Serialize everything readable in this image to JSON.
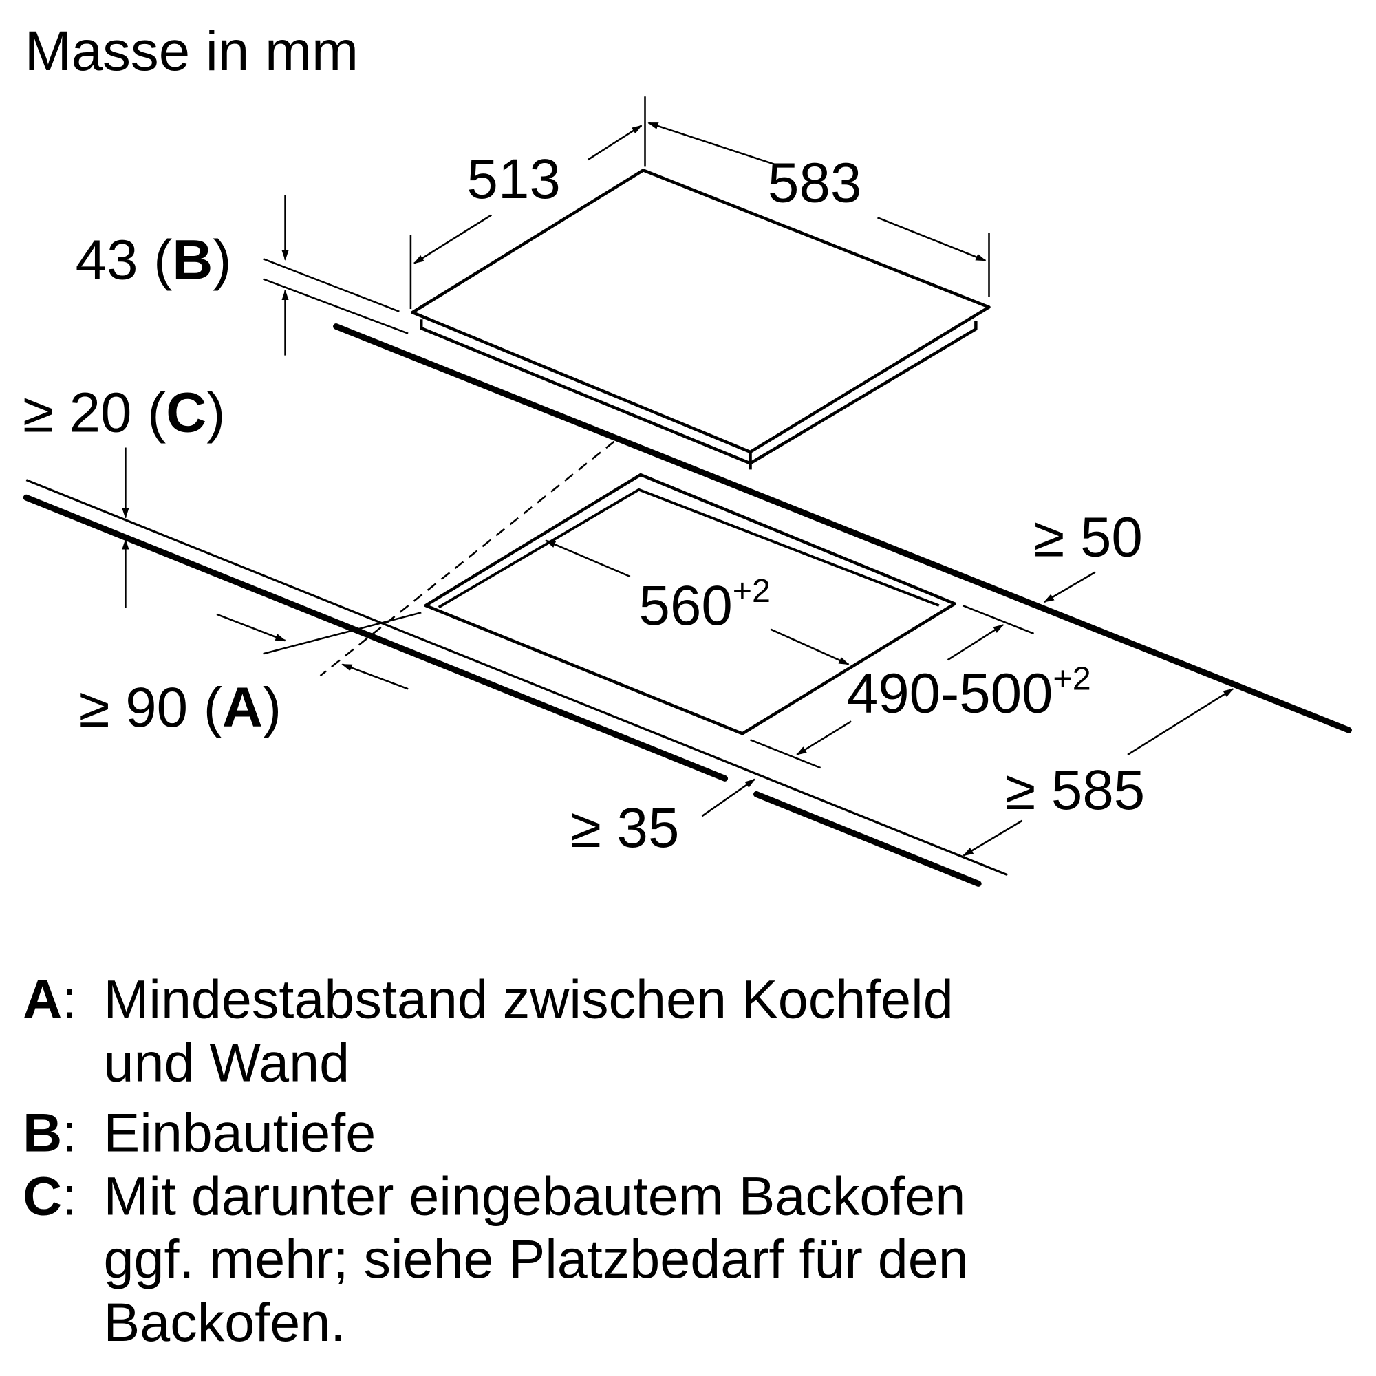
{
  "title": "Masse in mm",
  "dimensions": {
    "depth": "513",
    "width": "583",
    "height": "43",
    "height_ref": "B",
    "min_front": "≥ 20",
    "min_front_ref": "C",
    "wall_gap": "≥ 90",
    "wall_gap_ref": "A",
    "cutout_width": "560",
    "cutout_width_tol": "+2",
    "cutout_depth": "490-500",
    "cutout_depth_tol": "+2",
    "min_back": "≥ 50",
    "min_counter_depth": "≥ 585",
    "min_side": "≥ 35"
  },
  "legend": [
    {
      "key": "A",
      "lines": [
        "Mindestabstand zwischen Kochfeld",
        "und Wand"
      ]
    },
    {
      "key": "B",
      "lines": [
        "Einbautiefe"
      ]
    },
    {
      "key": "C",
      "lines": [
        "Mit darunter eingebautem Backofen",
        "ggf. mehr; siehe Platzbedarf für den",
        "Backofen."
      ]
    }
  ]
}
